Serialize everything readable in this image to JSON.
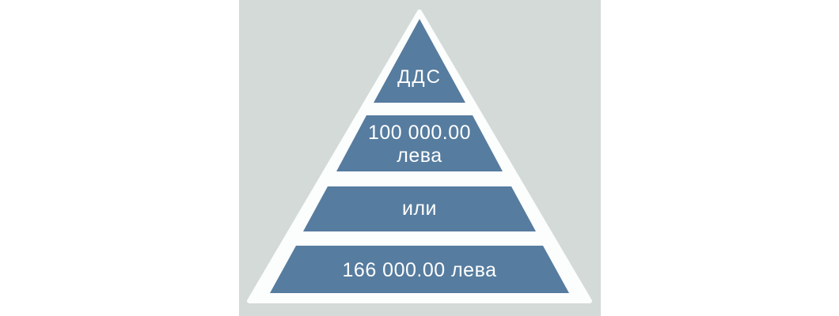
{
  "page": {
    "background": "#ffffff"
  },
  "panel": {
    "background": "#d3dad8"
  },
  "pyramid": {
    "type": "pyramid-diagram",
    "levels": 4,
    "tier_fill": "#567c9f",
    "outline_fill": "#fcfdfd",
    "label_color": "#ffffff",
    "tiers": [
      {
        "id": "tier-1",
        "lines": [
          "ДДС"
        ]
      },
      {
        "id": "tier-2",
        "lines": [
          "100 000.00",
          "лева"
        ]
      },
      {
        "id": "tier-3",
        "lines": [
          "или"
        ]
      },
      {
        "id": "tier-4",
        "lines": [
          "166 000.00 лева"
        ]
      }
    ]
  }
}
